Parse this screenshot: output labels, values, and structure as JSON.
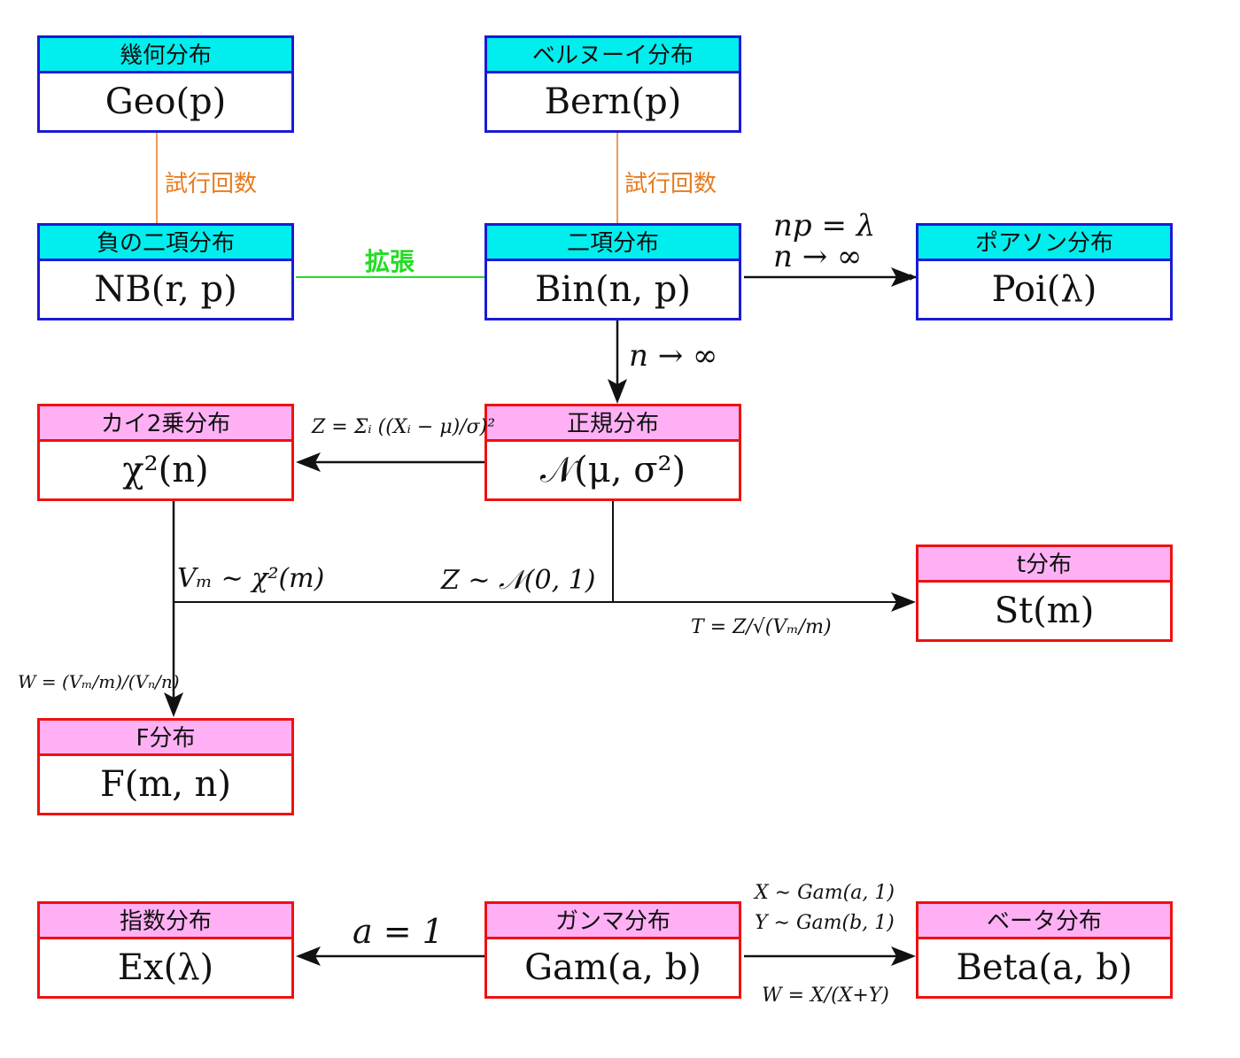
{
  "nodes": {
    "geo": {
      "header": "幾何分布",
      "formula": "Geo(p)"
    },
    "bern": {
      "header": "ベルヌーイ分布",
      "formula": "Bern(p)"
    },
    "nb": {
      "header": "負の二項分布",
      "formula": "NB(r, p)"
    },
    "bin": {
      "header": "二項分布",
      "formula": "Bin(n, p)"
    },
    "poi": {
      "header": "ポアソン分布",
      "formula": "Poi(λ)"
    },
    "chi2": {
      "header": "カイ2乗分布",
      "formula": "χ²(n)"
    },
    "norm": {
      "header": "正規分布",
      "formula": "𝒩(μ, σ²)"
    },
    "t": {
      "header": "t分布",
      "formula": "St(m)"
    },
    "f": {
      "header": "F分布",
      "formula": "F(m, n)"
    },
    "exp": {
      "header": "指数分布",
      "formula": "Ex(λ)"
    },
    "gam": {
      "header": "ガンマ分布",
      "formula": "Gam(a, b)"
    },
    "beta": {
      "header": "ベータ分布",
      "formula": "Beta(a, b)"
    }
  },
  "edges": {
    "geo_nb_label": "試行回数",
    "bern_bin_label": "試行回数",
    "nb_bin_label": "拡張",
    "bin_poi_label1": "np = λ",
    "bin_poi_label2": "n → ∞",
    "bin_norm_label": "n → ∞",
    "norm_chi2_label": "Z = Σᵢ ((Xᵢ − μ)/σ)²",
    "vm_label": "Vₘ ∼ χ²(m)",
    "z_label": "Z ∼ 𝒩(0, 1)",
    "t_label": "T = Z/√(Vₘ/m)",
    "f_label": "W = (Vₘ/m)/(Vₙ/n)",
    "gam_exp_label": "a = 1",
    "gam_beta_label1": "X ∼ Gam(a, 1)",
    "gam_beta_label2": "Y ∼ Gam(b, 1)",
    "gam_beta_label3": "W = X/(X+Y)"
  },
  "colors": {
    "discrete_border": "#1a1ad6",
    "discrete_header": "#00eeee",
    "continuous_border": "#ee1111",
    "continuous_header": "#ffb0f5",
    "orange_line": "#e87a1c",
    "green_line": "#22dd22",
    "arrow": "#111111"
  }
}
